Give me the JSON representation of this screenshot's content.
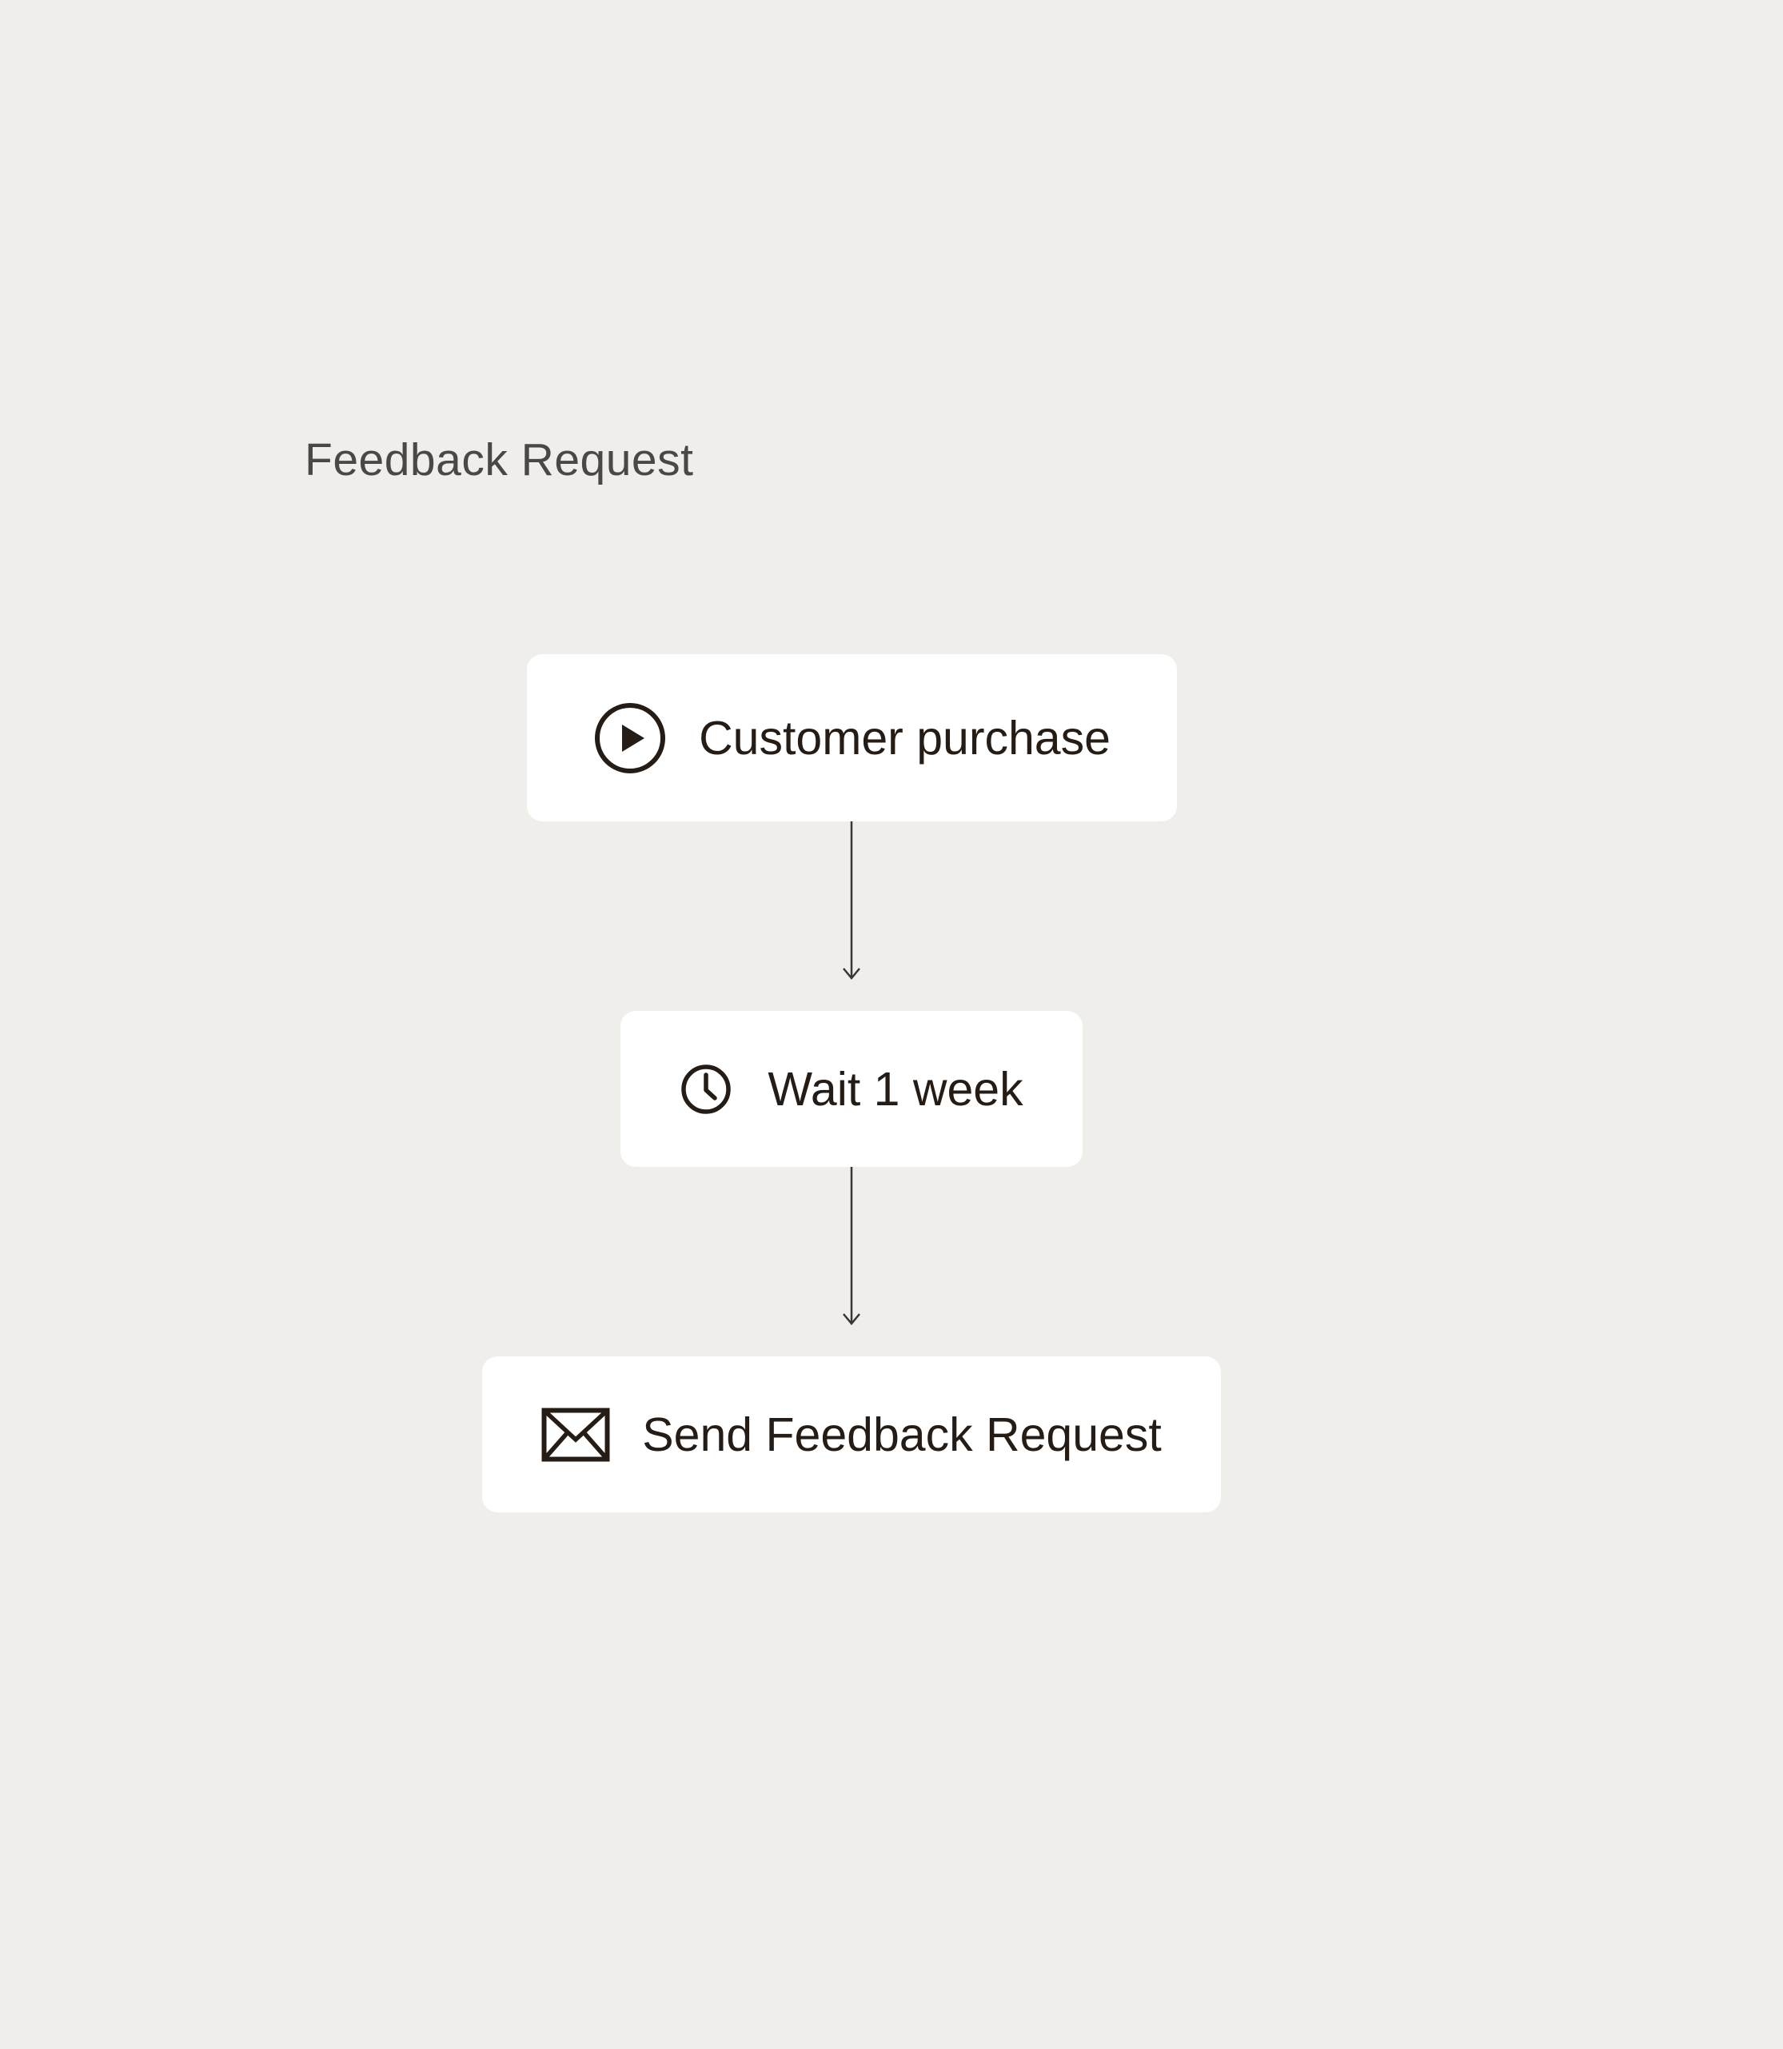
{
  "workflow": {
    "title": "Feedback Request",
    "steps": [
      {
        "label": "Customer purchase",
        "icon": "play-circle-icon",
        "kind": "trigger"
      },
      {
        "label": "Wait 1 week",
        "icon": "clock-icon",
        "kind": "delay"
      },
      {
        "label": "Send Feedback Request",
        "icon": "envelope-icon",
        "kind": "email"
      }
    ]
  },
  "colors": {
    "background": "#efeeeb",
    "node_background": "#ffffff",
    "text": "#241c15",
    "title_text": "#4a4745",
    "connector": "#3b3633"
  }
}
